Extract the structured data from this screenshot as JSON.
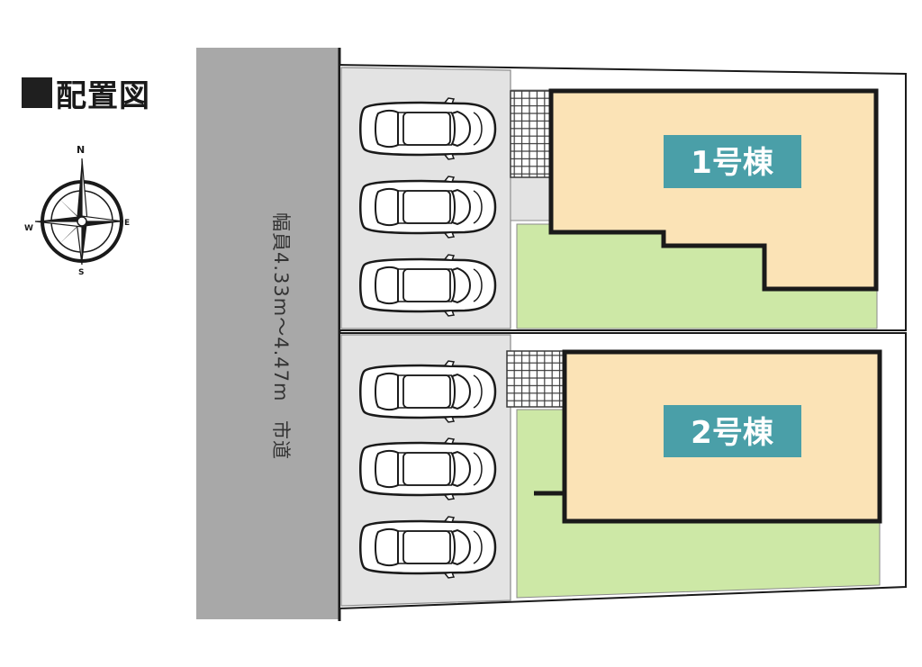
{
  "title": "配置図",
  "compass": {
    "n": "N",
    "s": "S",
    "e": "E",
    "w": "W"
  },
  "road": {
    "name": "市道",
    "width": "幅員4.33m～4.47m"
  },
  "buildings": [
    {
      "label": "1号棟"
    },
    {
      "label": "2号棟"
    }
  ],
  "colors": {
    "road": "#a8a8a8",
    "parking": "#e3e3e3",
    "lawn": "#cde8a6",
    "house": "#fbe3b6",
    "label_bg": "#4a9fa8",
    "outline": "#1a1a1a"
  }
}
